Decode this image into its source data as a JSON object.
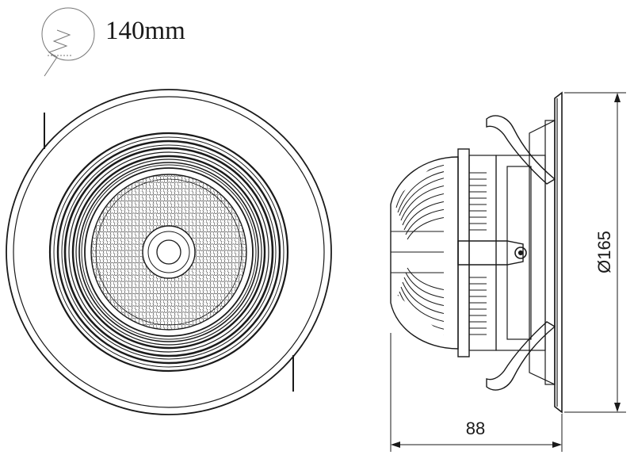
{
  "cutout": {
    "label": "140mm",
    "icon": "cutout-diameter-icon"
  },
  "dimensions": {
    "diameter_label": "Ø165",
    "depth_label": "88"
  },
  "colors": {
    "line": "#1a1a1a",
    "background": "#ffffff"
  }
}
